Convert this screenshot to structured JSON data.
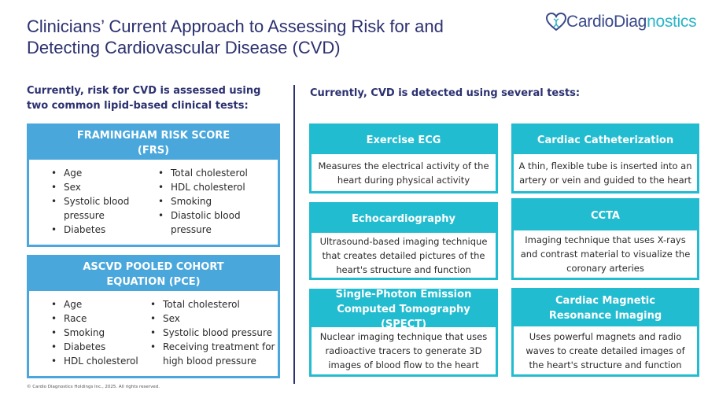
{
  "title": "Clinicians’ Current Approach to Assessing Risk for and Detecting Cardiovascular Disease (CVD)",
  "logo": {
    "part1": "CardioDiag",
    "part2": "nostics"
  },
  "left": {
    "intro": "Currently, risk for CVD is assessed using two common lipid-based clinical tests:",
    "frs": {
      "title": "FRAMINGHAM RISK SCORE (FRS)",
      "col1": [
        "Age",
        "Sex",
        "Systolic blood pressure",
        "Diabetes"
      ],
      "col2": [
        "Total cholesterol",
        "HDL cholesterol",
        "Smoking",
        "Diastolic blood pressure"
      ]
    },
    "pce": {
      "title": "ASCVD POOLED COHORT EQUATION (PCE)",
      "col1": [
        "Age",
        "Race",
        "Smoking",
        "Diabetes",
        "HDL cholesterol"
      ],
      "col2": [
        "Total cholesterol",
        "Sex",
        "Systolic blood pressure",
        "Receiving treatment for high blood pressure"
      ]
    }
  },
  "right": {
    "intro": "Currently, CVD is detected using several tests:",
    "tests": [
      {
        "title": "Exercise ECG",
        "desc": "Measures the electrical activity of the heart during physical activity"
      },
      {
        "title": "Cardiac Catheterization",
        "desc": "A thin, flexible tube is inserted into an artery or vein and guided to the heart"
      },
      {
        "title": "Echocardiography",
        "desc": "Ultrasound-based imaging technique that creates detailed pictures of the heart's structure and function"
      },
      {
        "title": "CCTA",
        "desc": "Imaging technique that uses X-rays and contrast material to visualize the coronary arteries"
      },
      {
        "title": "Single-Photon Emission Computed Tomography (SPECT)",
        "desc": "Nuclear imaging technique that uses radioactive tracers to generate 3D images of blood flow to the heart"
      },
      {
        "title": "Cardiac Magnetic Resonance Imaging",
        "desc": "Uses powerful magnets and radio waves to create detailed images of the heart's structure and function"
      }
    ]
  },
  "footer": "© Cardio Diagnostics Holdings Inc., 2025. All rights reserved.",
  "colors": {
    "navy": "#2c3170",
    "blue": "#4aa7dc",
    "teal": "#22bcd0"
  }
}
